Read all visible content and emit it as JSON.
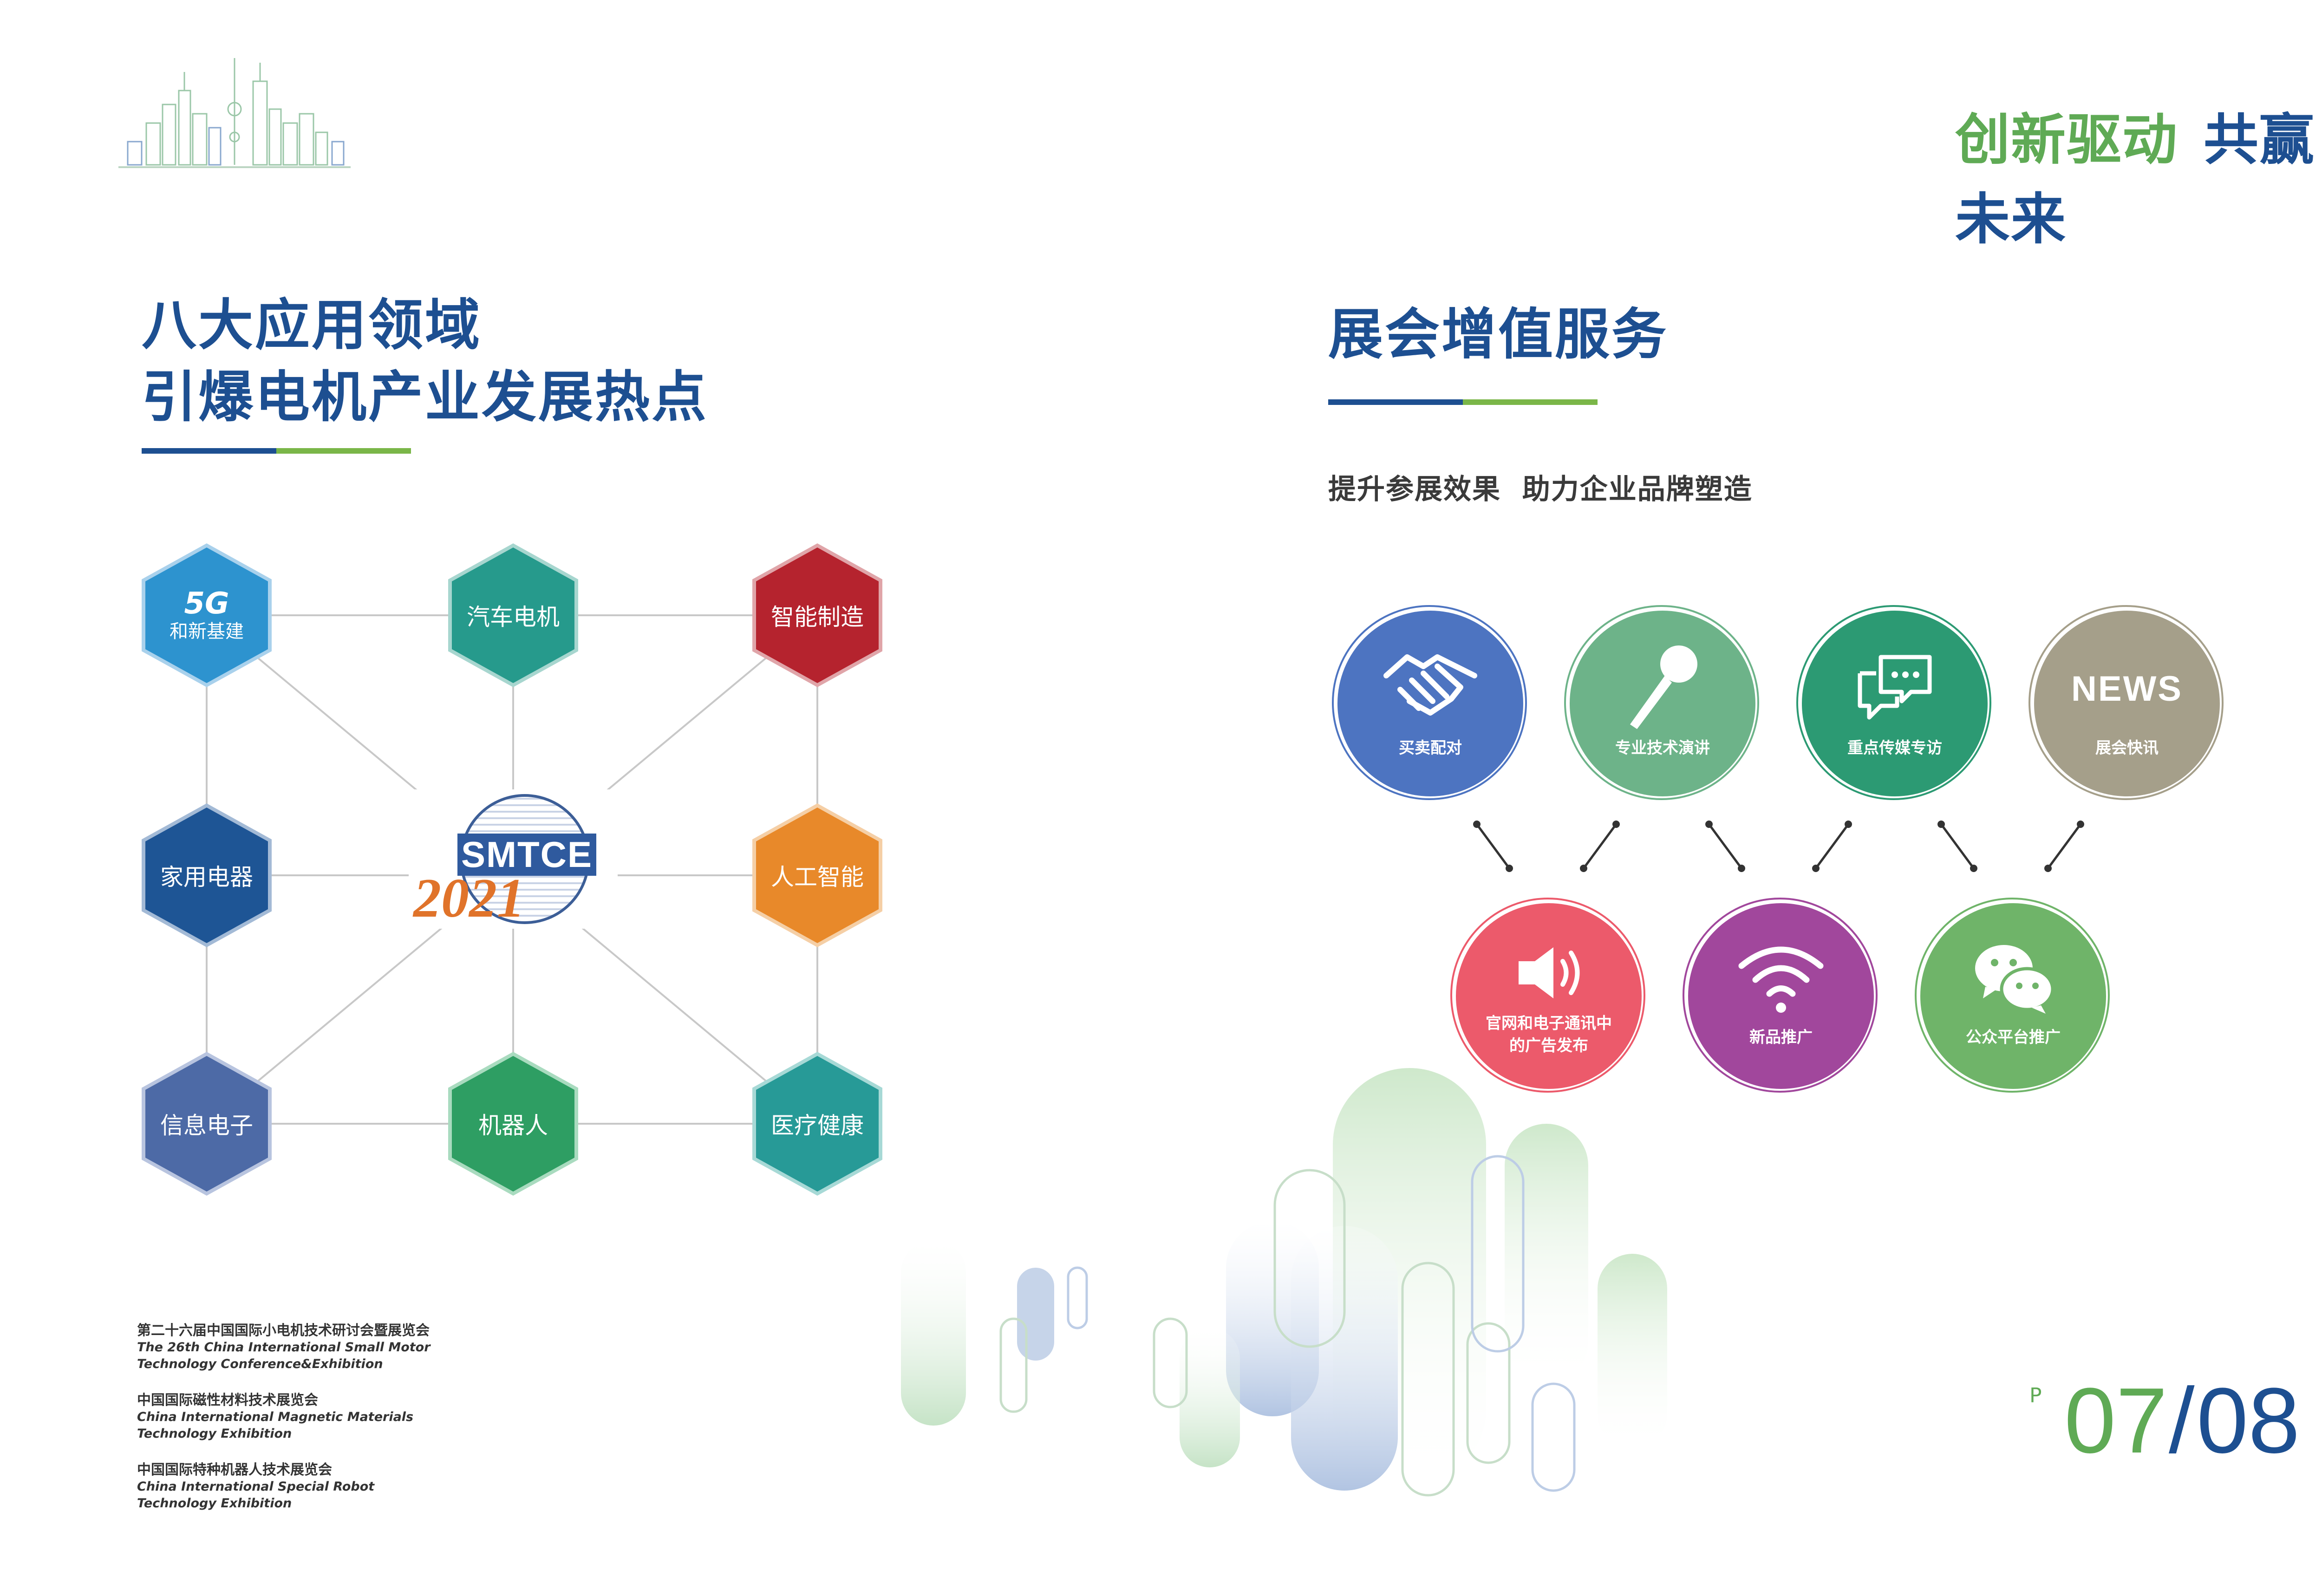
{
  "slogan": {
    "part1": "创新驱动",
    "part2": "共赢未来"
  },
  "left": {
    "title_line1": "八大应用领域",
    "title_line2": "引爆电机产业发展热点",
    "hexagons": [
      {
        "big": "5G",
        "small": "和新基建",
        "color": "#2d93cf"
      },
      {
        "label": "汽车电机",
        "color": "#269a8c"
      },
      {
        "label": "智能制造",
        "color": "#b5232e"
      },
      {
        "label": "家用电器",
        "color": "#1e5595"
      },
      {
        "label": "人工智能",
        "color": "#e8892a"
      },
      {
        "label": "信息电子",
        "color": "#4d6aa6"
      },
      {
        "label": "机器人",
        "color": "#2e9e63"
      },
      {
        "label": "医疗健康",
        "color": "#279a97"
      }
    ],
    "center_logo": {
      "text": "SMTCE",
      "year": "2021"
    }
  },
  "right": {
    "title": "展会增值服务",
    "subtitle": "提升参展效果  助力企业品牌塑造",
    "services_top": [
      {
        "label": "买卖配对",
        "icon": "handshake-icon",
        "color": "#4d74c1"
      },
      {
        "label": "专业技术演讲",
        "icon": "microphone-icon",
        "color": "#6db389"
      },
      {
        "label": "重点传媒专访",
        "icon": "chat-bubbles-icon",
        "color": "#2c9a73"
      },
      {
        "label": "展会快讯",
        "icon": "news-icon",
        "icon_text": "NEWS",
        "color": "#a59f8a"
      }
    ],
    "services_bottom": [
      {
        "label_line1": "官网和电子通讯中",
        "label_line2": "的广告发布",
        "icon": "speaker-icon",
        "color": "#ec5a6b"
      },
      {
        "label_line1": "新品推广",
        "label_line2": "",
        "icon": "wifi-icon",
        "color": "#a1479c"
      },
      {
        "label_line1": "公众平台推广",
        "label_line2": "",
        "icon": "wechat-icon",
        "color": "#6fb469"
      }
    ]
  },
  "footer": [
    {
      "cn": "第二十六届中国国际小电机技术研讨会暨展览会",
      "en1": "The 26th China International Small Motor",
      "en2": "Technology Conference&Exhibition"
    },
    {
      "cn": "中国国际磁性材料技术展览会",
      "en1": "China International Magnetic Materials",
      "en2": "Technology Exhibition"
    },
    {
      "cn": "中国国际特种机器人技术展览会",
      "en1": "China International Special Robot",
      "en2": "Technology Exhibition"
    }
  ],
  "page": {
    "prefix": "P",
    "current": "07",
    "sep": "/",
    "next": "08"
  }
}
